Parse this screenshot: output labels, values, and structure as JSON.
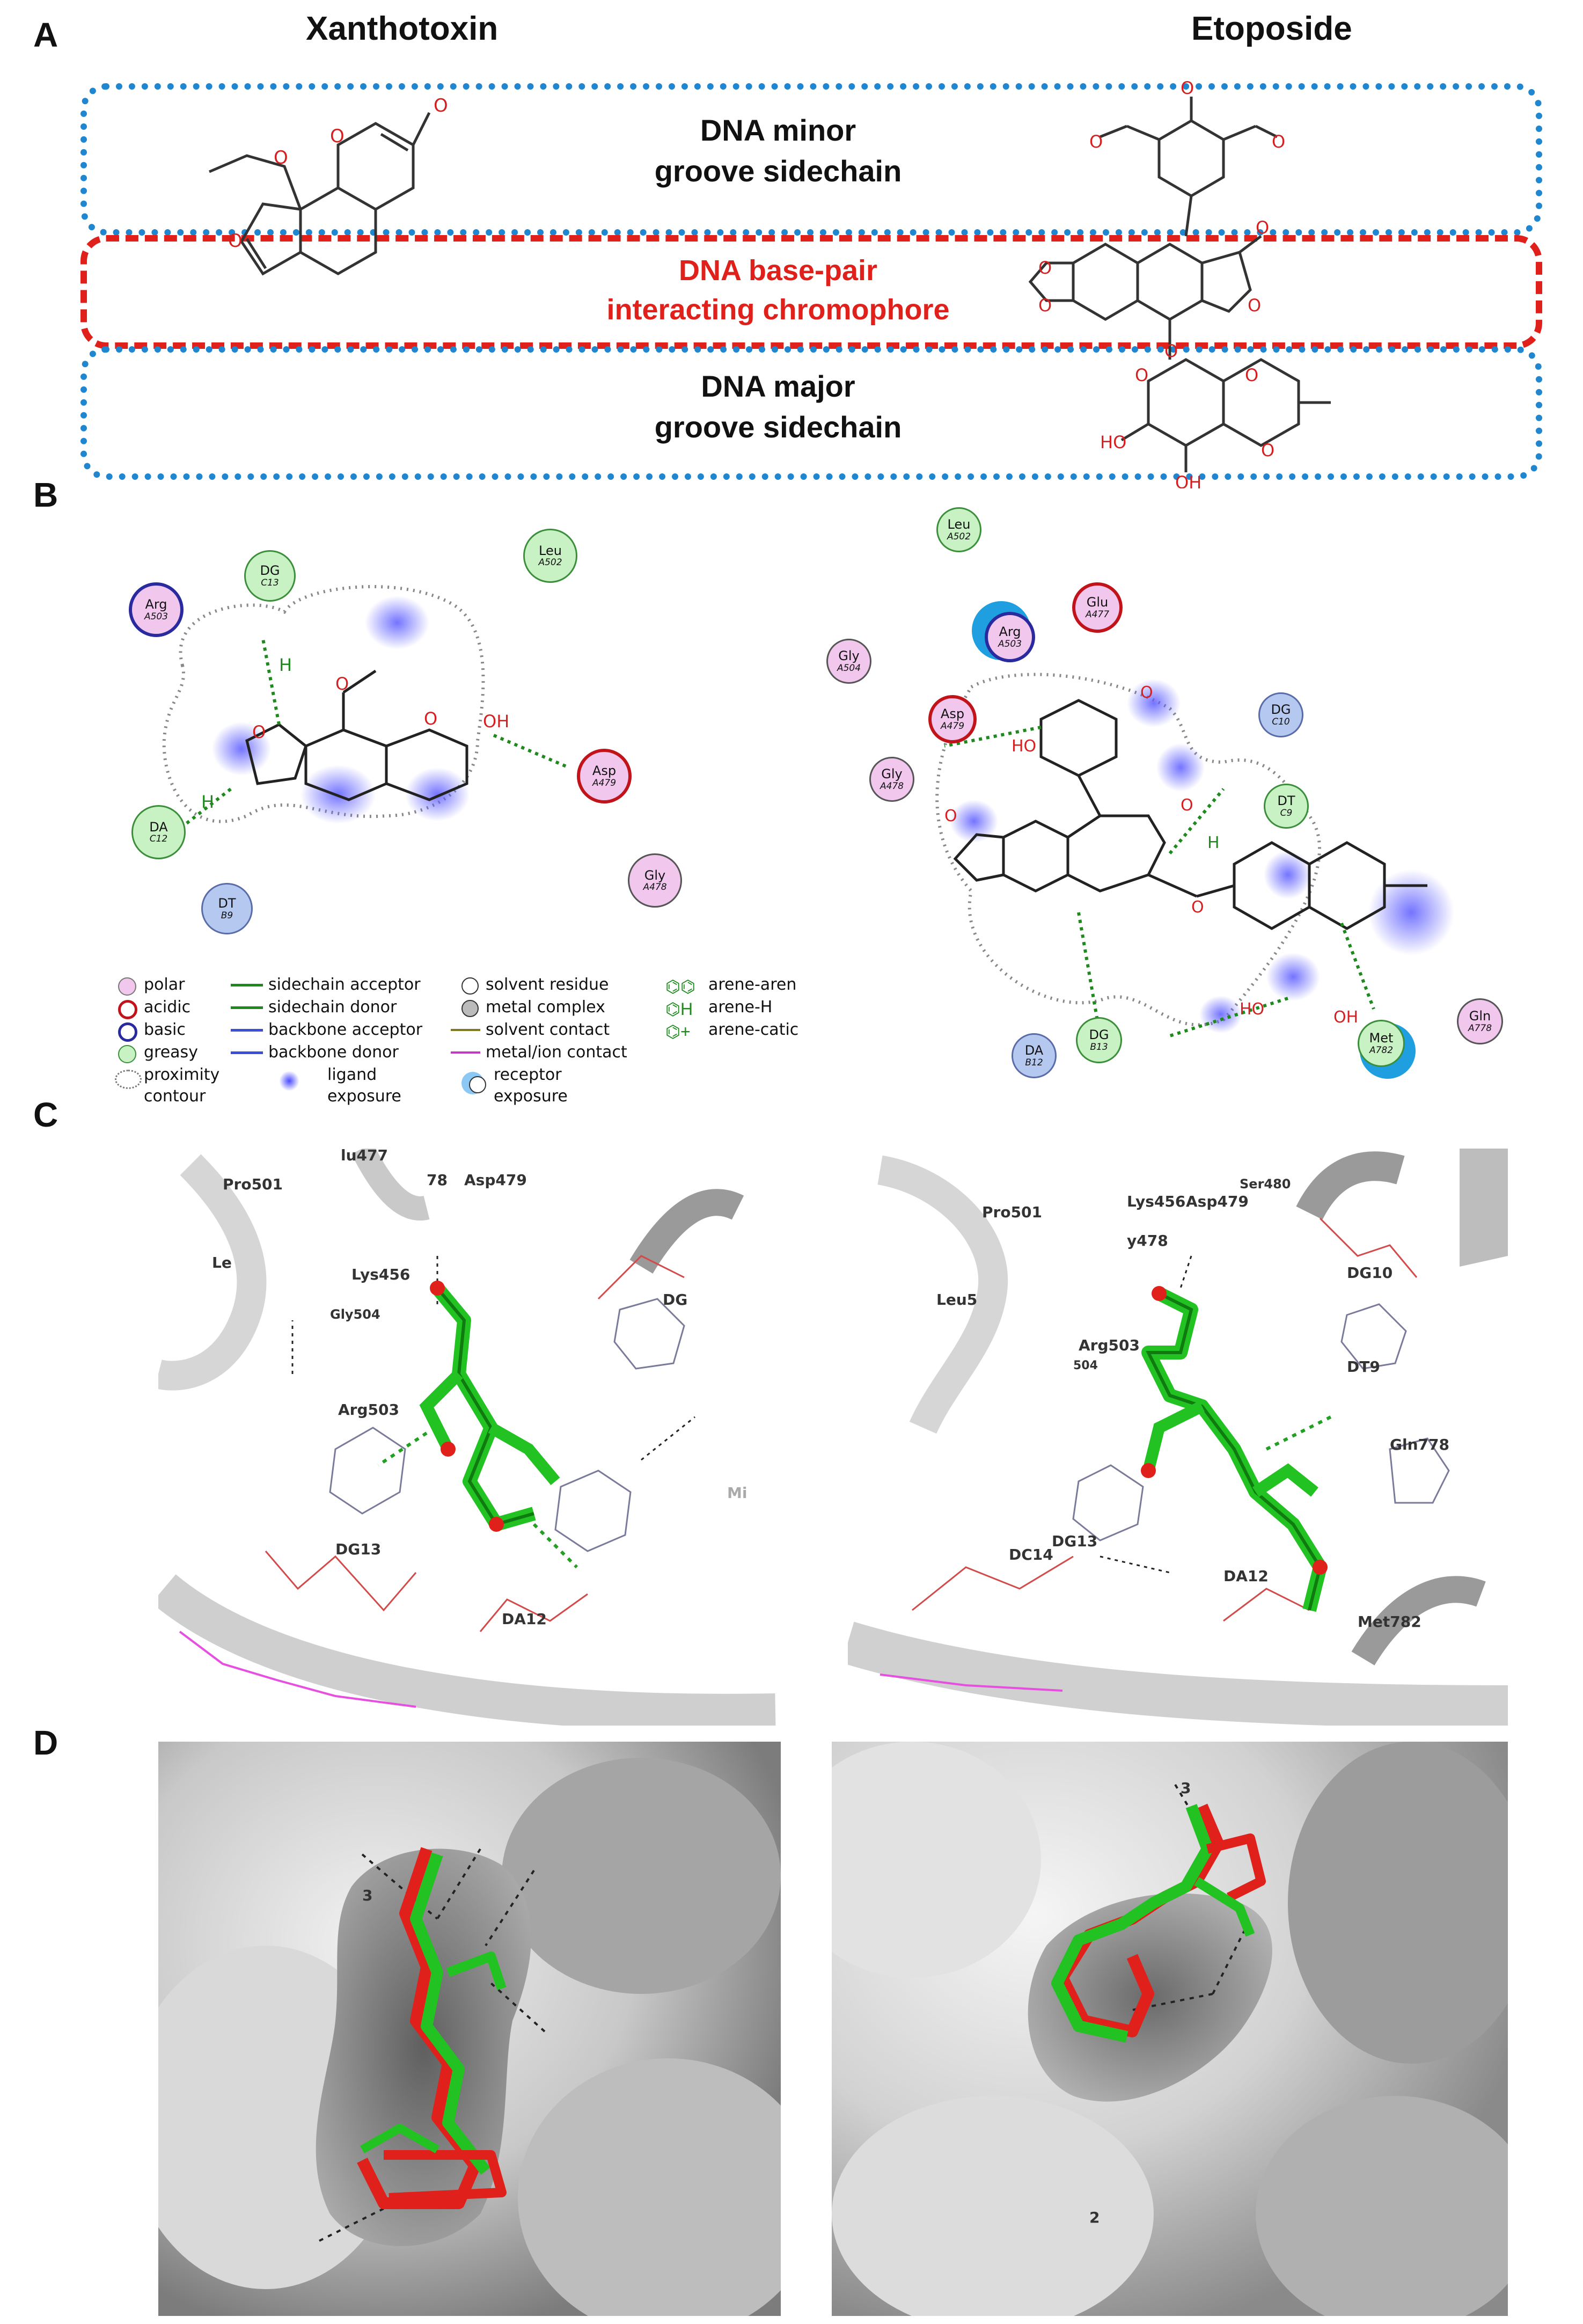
{
  "panels": {
    "A": "A",
    "B": "B",
    "C": "C",
    "D": "D"
  },
  "titles": {
    "left": "Xanthotoxin",
    "right": "Etoposide"
  },
  "regions": {
    "minor": [
      "DNA minor",
      "groove sidechain"
    ],
    "chromophore": [
      "DNA base-pair",
      "interacting chromophore"
    ],
    "major": [
      "DNA major",
      "groove sidechain"
    ]
  },
  "colors": {
    "minor_groove": "#1f86cf",
    "chromophore": "#e0201b",
    "major_groove": "#1f86cf",
    "ligand_green": "#22c222",
    "ligand_red": "#e0201b"
  },
  "panel_b_left": {
    "residues": [
      {
        "name": "Arg",
        "id": "A503",
        "type": "basic"
      },
      {
        "name": "DG",
        "id": "C13",
        "type": "greasy"
      },
      {
        "name": "Leu",
        "id": "A502",
        "type": "greasy"
      },
      {
        "name": "Asp",
        "id": "A479",
        "type": "acidic"
      },
      {
        "name": "DA",
        "id": "C12",
        "type": "greasy"
      },
      {
        "name": "DT",
        "id": "B9",
        "type": "nucleotide"
      },
      {
        "name": "Gly",
        "id": "A478",
        "type": "polar"
      }
    ],
    "atoms": {
      "oh": "OH",
      "o": "O",
      "h": "H"
    }
  },
  "panel_b_right": {
    "residues": [
      {
        "name": "Leu",
        "id": "A502",
        "type": "greasy"
      },
      {
        "name": "Glu",
        "id": "A477",
        "type": "acidic"
      },
      {
        "name": "Arg",
        "id": "A503",
        "type": "basic"
      },
      {
        "name": "Gly",
        "id": "A504",
        "type": "polar"
      },
      {
        "name": "Asp",
        "id": "A479",
        "type": "acidic"
      },
      {
        "name": "Gly",
        "id": "A478",
        "type": "polar"
      },
      {
        "name": "DG",
        "id": "C10",
        "type": "nucleotide"
      },
      {
        "name": "DT",
        "id": "C9",
        "type": "greasy"
      },
      {
        "name": "DG",
        "id": "B13",
        "type": "greasy"
      },
      {
        "name": "DA",
        "id": "B12",
        "type": "nucleotide"
      },
      {
        "name": "Met",
        "id": "A782",
        "type": "greasy"
      },
      {
        "name": "Gln",
        "id": "A778",
        "type": "polar"
      }
    ],
    "atoms": {
      "ho": "HO",
      "oh": "OH",
      "o": "O",
      "h": "H"
    }
  },
  "legend": {
    "col1": [
      "polar",
      "acidic",
      "basic",
      "greasy",
      "proximity",
      "contour"
    ],
    "col2": [
      "sidechain acceptor",
      "sidechain donor",
      "backbone acceptor",
      "backbone donor"
    ],
    "ligand": [
      "ligand",
      "exposure"
    ],
    "col3": [
      "solvent residue",
      "metal complex",
      "solvent contact",
      "metal/ion contact"
    ],
    "receptor": [
      "receptor",
      "exposure"
    ],
    "col4": [
      "arene-aren",
      "arene-H",
      "arene-catic"
    ]
  },
  "panel_c_left_labels": [
    "Pro501",
    "lu477",
    "78",
    "Asp479",
    "Le",
    "Lys456",
    "Gly504",
    "DG",
    "Arg503",
    "DG13",
    "DA12",
    "Mi"
  ],
  "panel_c_right_labels": [
    "Ser480",
    "Pro501",
    "Lys456",
    "Asp479",
    "y478",
    "DG10",
    "Leu5",
    "Arg503",
    "504",
    "DT9",
    "Gln778",
    "DC14",
    "DG13",
    "DA12",
    "Met782"
  ],
  "panel_d_left_labels": [
    "3"
  ],
  "panel_d_right_labels": [
    "3",
    "2"
  ]
}
